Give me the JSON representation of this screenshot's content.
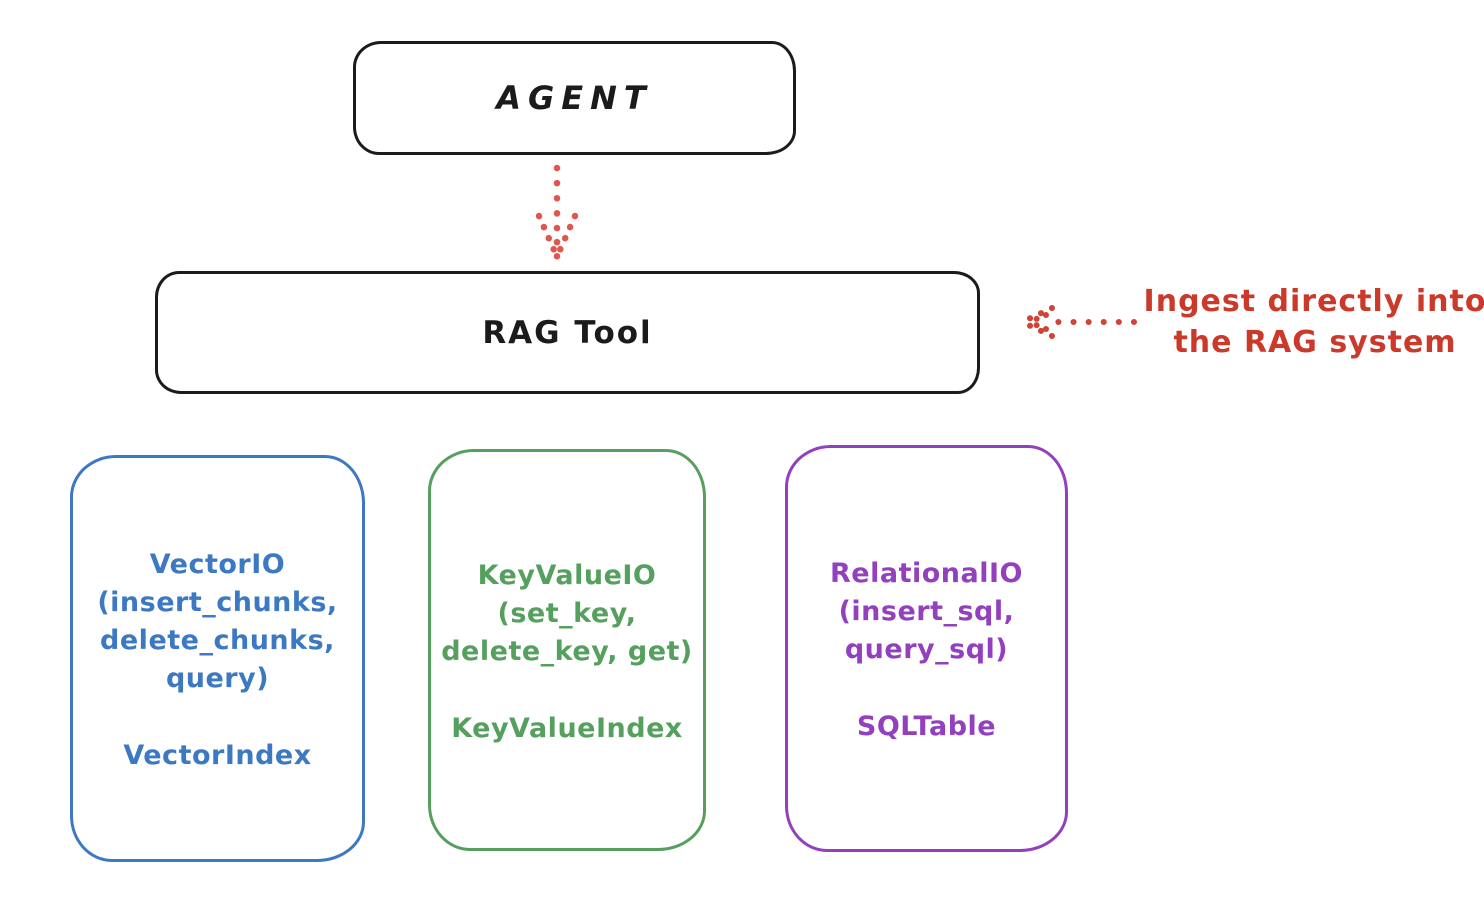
{
  "agent": {
    "label": "AGENT"
  },
  "rag_tool": {
    "label": "RAG Tool"
  },
  "annotation": {
    "text": "Ingest directly into\nthe RAG system"
  },
  "backends": [
    {
      "io_label": "VectorIO\n(insert_chunks,\ndelete_chunks,\nquery)",
      "index_label": "VectorIndex",
      "color": "#3d79c2"
    },
    {
      "io_label": "KeyValueIO\n(set_key,\ndelete_key, get)",
      "index_label": "KeyValueIndex",
      "color": "#55a05e"
    },
    {
      "io_label": "RelationalIO\n(insert_sql,\nquery_sql)",
      "index_label": "SQLTable",
      "color": "#9340bf"
    }
  ],
  "colors": {
    "node_stroke": "#1b1b1b",
    "arrow_red": "#e0564e",
    "annotation_red": "#cb392b",
    "vector_blue": "#3d79c2",
    "keyvalue_green": "#55a05e",
    "relational_purple": "#9340bf",
    "background": "#ffffff"
  }
}
